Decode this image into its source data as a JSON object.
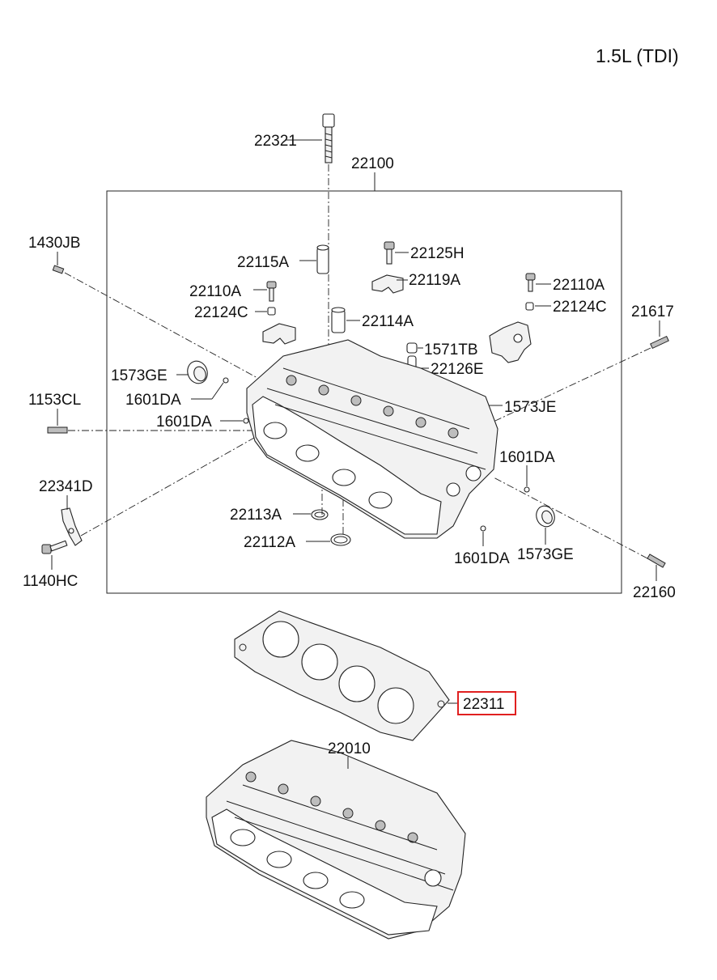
{
  "title": "1.5L (TDI)",
  "labels": {
    "l22321": "22321",
    "l22100": "22100",
    "l1430JB": "1430JB",
    "l22115A": "22115A",
    "l22125H": "22125H",
    "l22119A": "22119A",
    "l22110A_left": "22110A",
    "l22110A_right": "22110A",
    "l22124C_left": "22124C",
    "l22124C_right": "22124C",
    "l22114A": "22114A",
    "l21617": "21617",
    "l1571TB": "1571TB",
    "l22126E": "22126E",
    "l1573GE_top": "1573GE",
    "l1601DA_a": "1601DA",
    "l1153CL": "1153CL",
    "l1573JE": "1573JE",
    "l1601DA_b": "1601DA",
    "l1601DA_c": "1601DA",
    "l22341D": "22341D",
    "l22113A": "22113A",
    "l22112A": "22112A",
    "l1601DA_d": "1601DA",
    "l1573GE_bottom": "1573GE",
    "l1140HC": "1140HC",
    "l22160": "22160",
    "l22311": "22311",
    "l22010": "22010"
  },
  "highlight_color": "#e02020"
}
